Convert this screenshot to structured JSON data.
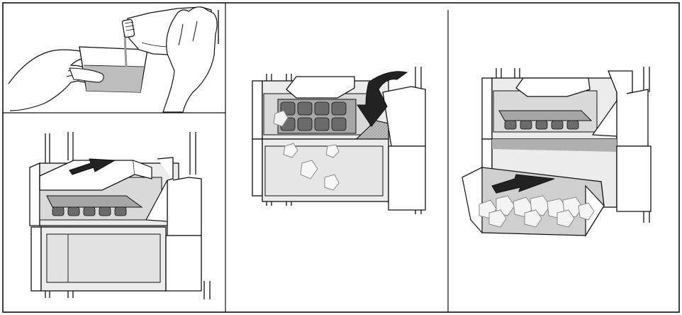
{
  "figure": {
    "panels": [
      {
        "name": "fill-container-step",
        "description_icon": "water-bottle-pour-icon"
      },
      {
        "name": "lift-lid-step",
        "description_icon": "lid-slide-arrow-icon"
      },
      {
        "name": "tip-tray-step",
        "description_icon": "tray-twist-arrow-icon"
      },
      {
        "name": "pull-bin-step",
        "description_icon": "bin-pull-arrow-icon"
      }
    ]
  },
  "colors": {
    "outline": "#111111",
    "panel_fill": "#ffffff",
    "light_gray": "#d9d9d9",
    "mid_gray": "#a6a6a6",
    "dark_gray": "#6b6b6b",
    "arrow_fill": "#222222"
  }
}
